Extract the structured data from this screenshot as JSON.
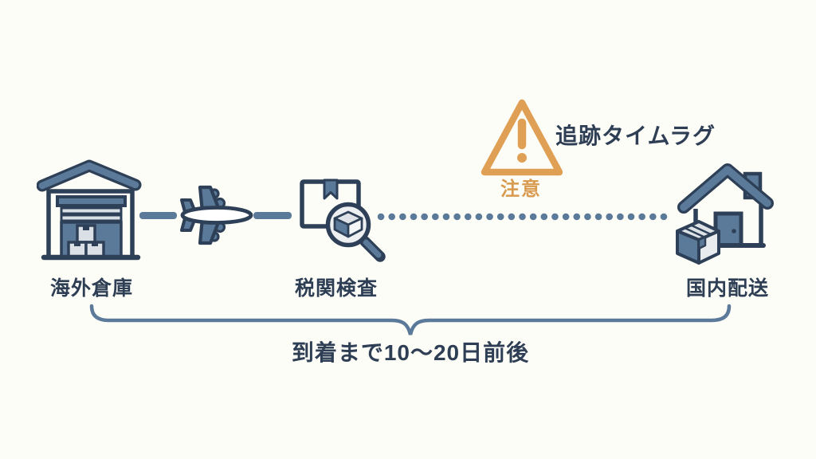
{
  "colors": {
    "background": "#fdfdf7",
    "outline_navy": "#2e4057",
    "text_navy": "#2e3e54",
    "steel_blue": "#5b7a9a",
    "light_gray": "#dbe0e6",
    "lens_gray": "#edeff1",
    "warning_orange": "#dfa055"
  },
  "steps": [
    {
      "id": "overseas-warehouse",
      "label": "海外倉庫",
      "icon": "warehouse-icon"
    },
    {
      "id": "customs-inspection",
      "label": "税関検査",
      "icon": "customs-inspection-icon"
    },
    {
      "id": "domestic-delivery",
      "label": "国内配送",
      "icon": "home-delivery-icon"
    }
  ],
  "connectors": [
    {
      "type": "dashed-line-with-airplane",
      "icon": "airplane-icon"
    },
    {
      "type": "dotted-line"
    }
  ],
  "warning": {
    "icon": "warning-triangle-icon",
    "title": "追跡タイムラグ",
    "caption": "注意"
  },
  "duration_note": {
    "label": "到着まで10〜20日前後"
  }
}
